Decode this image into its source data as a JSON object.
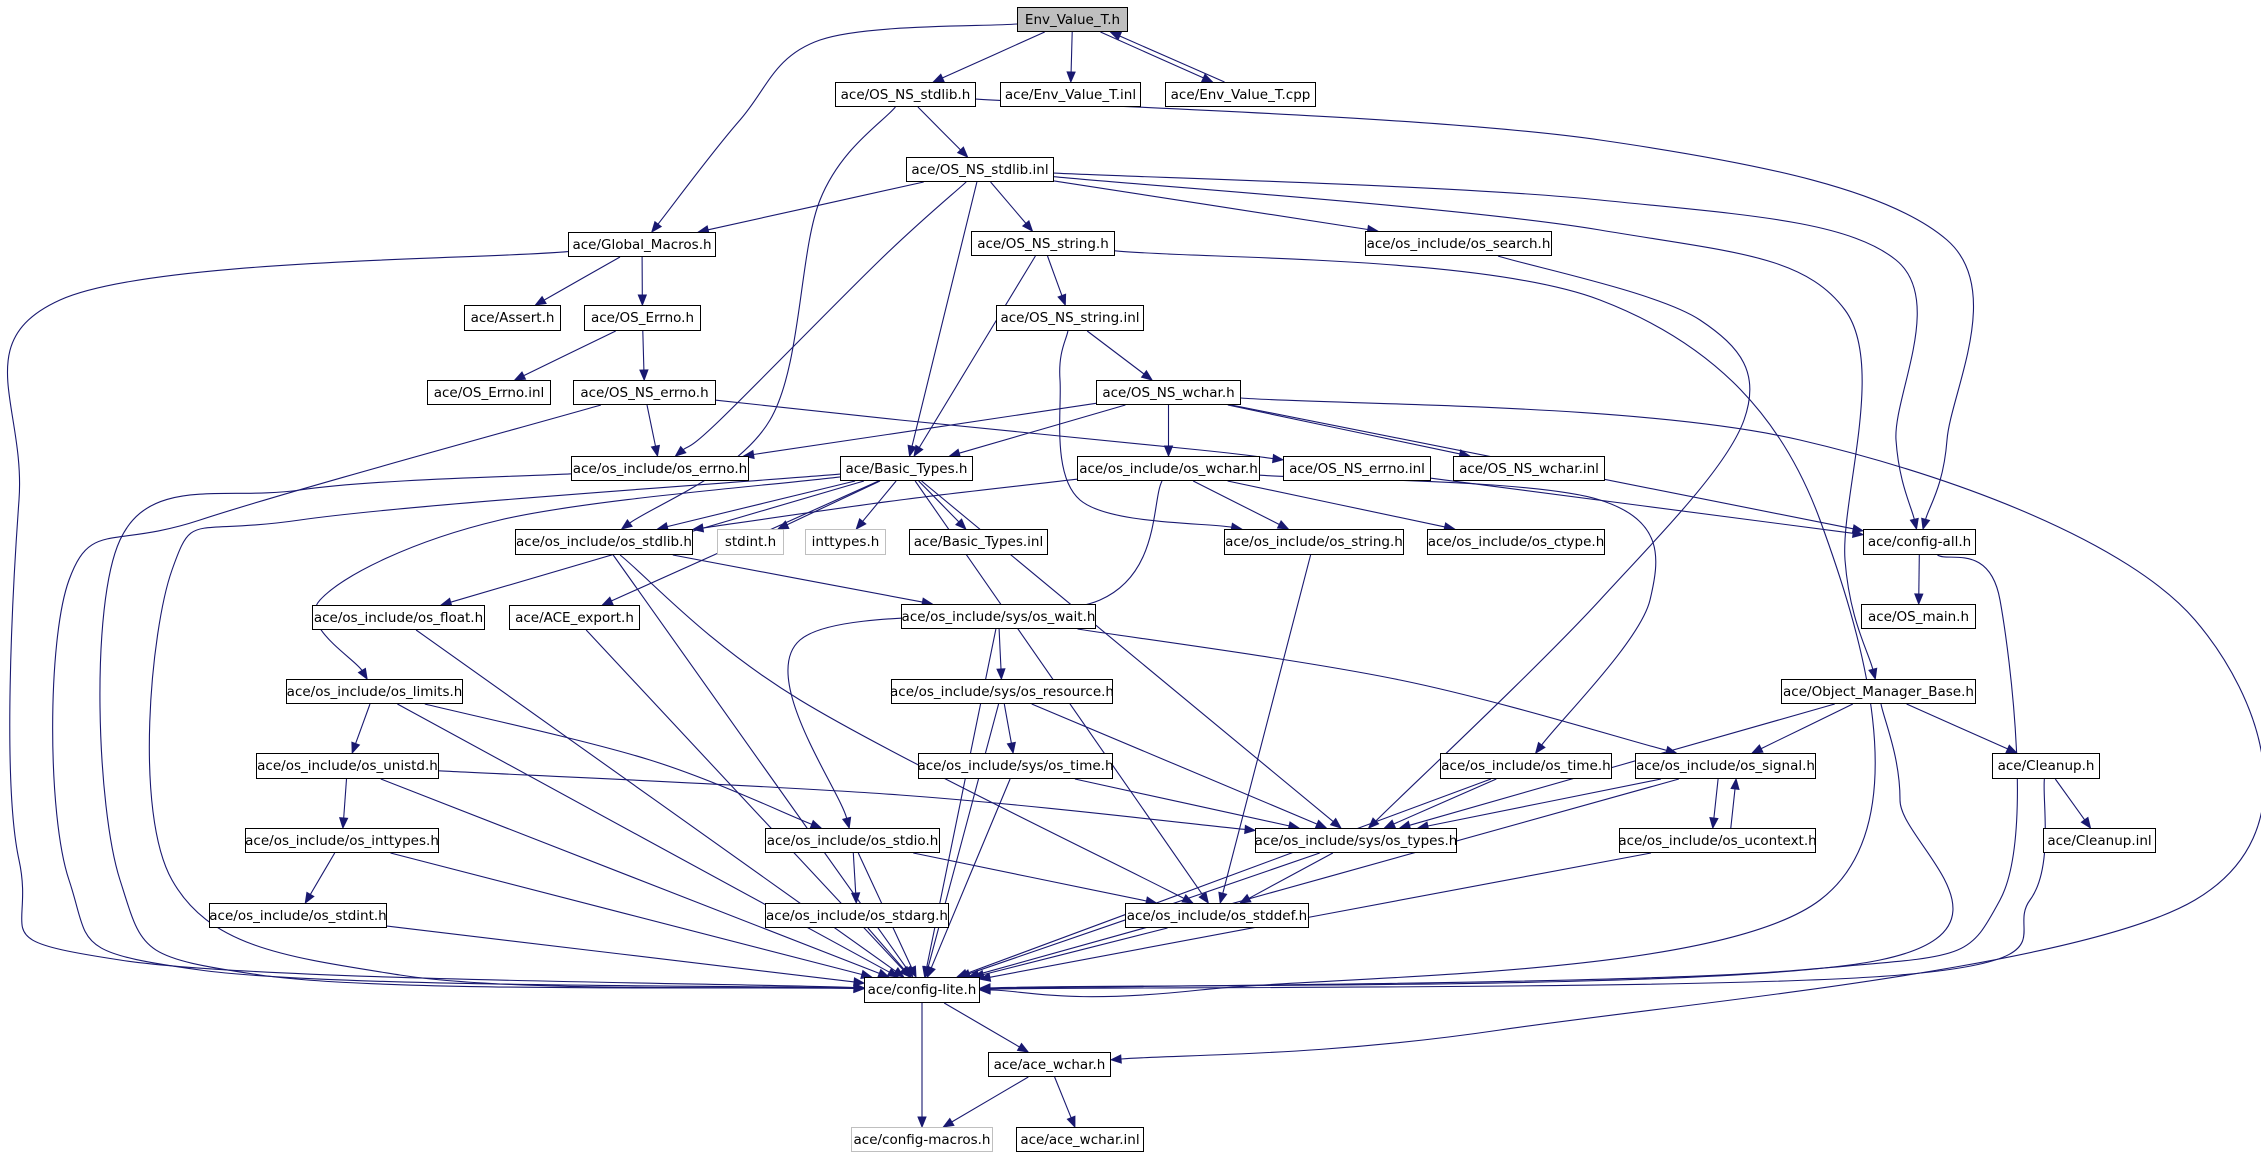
{
  "diagram": {
    "title": "Env_Value_T.h",
    "type": "include dependency graph",
    "colors": {
      "edge": "#191970",
      "root_fill": "#bfbfbf",
      "external_border": "#bfbfbf",
      "node_border": "#000000"
    },
    "nodes": [
      {
        "id": "env_value_t_h",
        "label": "Env_Value_T.h",
        "kind": "root"
      },
      {
        "id": "os_ns_stdlib_h",
        "label": "ace/OS_NS_stdlib.h",
        "kind": "file"
      },
      {
        "id": "env_value_t_inl",
        "label": "ace/Env_Value_T.inl",
        "kind": "file"
      },
      {
        "id": "env_value_t_cpp",
        "label": "ace/Env_Value_T.cpp",
        "kind": "file"
      },
      {
        "id": "os_ns_stdlib_inl",
        "label": "ace/OS_NS_stdlib.inl",
        "kind": "file"
      },
      {
        "id": "global_macros_h",
        "label": "ace/Global_Macros.h",
        "kind": "file"
      },
      {
        "id": "os_ns_string_h",
        "label": "ace/OS_NS_string.h",
        "kind": "file"
      },
      {
        "id": "os_search_h",
        "label": "ace/os_include/os_search.h",
        "kind": "file"
      },
      {
        "id": "assert_h",
        "label": "ace/Assert.h",
        "kind": "file"
      },
      {
        "id": "os_errno_cap_h",
        "label": "ace/OS_Errno.h",
        "kind": "file"
      },
      {
        "id": "os_ns_string_inl",
        "label": "ace/OS_NS_string.inl",
        "kind": "file"
      },
      {
        "id": "os_errno_cap_inl",
        "label": "ace/OS_Errno.inl",
        "kind": "file"
      },
      {
        "id": "os_ns_errno_h",
        "label": "ace/OS_NS_errno.h",
        "kind": "file"
      },
      {
        "id": "os_ns_wchar_h",
        "label": "ace/OS_NS_wchar.h",
        "kind": "file"
      },
      {
        "id": "os_errno_h",
        "label": "ace/os_include/os_errno.h",
        "kind": "file"
      },
      {
        "id": "basic_types_h",
        "label": "ace/Basic_Types.h",
        "kind": "file"
      },
      {
        "id": "os_wchar_h",
        "label": "ace/os_include/os_wchar.h",
        "kind": "file"
      },
      {
        "id": "os_ns_errno_inl",
        "label": "ace/OS_NS_errno.inl",
        "kind": "file"
      },
      {
        "id": "os_ns_wchar_inl",
        "label": "ace/OS_NS_wchar.inl",
        "kind": "file"
      },
      {
        "id": "os_stdlib_h",
        "label": "ace/os_include/os_stdlib.h",
        "kind": "file"
      },
      {
        "id": "stdint_h",
        "label": "stdint.h",
        "kind": "external"
      },
      {
        "id": "inttypes_h",
        "label": "inttypes.h",
        "kind": "external"
      },
      {
        "id": "basic_types_inl",
        "label": "ace/Basic_Types.inl",
        "kind": "file"
      },
      {
        "id": "os_string_h",
        "label": "ace/os_include/os_string.h",
        "kind": "file"
      },
      {
        "id": "os_ctype_h",
        "label": "ace/os_include/os_ctype.h",
        "kind": "file"
      },
      {
        "id": "config_all_h",
        "label": "ace/config-all.h",
        "kind": "file"
      },
      {
        "id": "os_float_h",
        "label": "ace/os_include/os_float.h",
        "kind": "file"
      },
      {
        "id": "ace_export_h",
        "label": "ace/ACE_export.h",
        "kind": "file"
      },
      {
        "id": "sys_os_wait_h",
        "label": "ace/os_include/sys/os_wait.h",
        "kind": "file"
      },
      {
        "id": "os_main_h",
        "label": "ace/OS_main.h",
        "kind": "file"
      },
      {
        "id": "os_limits_h",
        "label": "ace/os_include/os_limits.h",
        "kind": "file"
      },
      {
        "id": "sys_os_resource_h",
        "label": "ace/os_include/sys/os_resource.h",
        "kind": "file"
      },
      {
        "id": "object_manager_base_h",
        "label": "ace/Object_Manager_Base.h",
        "kind": "file"
      },
      {
        "id": "os_unistd_h",
        "label": "ace/os_include/os_unistd.h",
        "kind": "file"
      },
      {
        "id": "sys_os_time_h",
        "label": "ace/os_include/sys/os_time.h",
        "kind": "file"
      },
      {
        "id": "os_time_h",
        "label": "ace/os_include/os_time.h",
        "kind": "file"
      },
      {
        "id": "os_signal_h",
        "label": "ace/os_include/os_signal.h",
        "kind": "file"
      },
      {
        "id": "cleanup_h",
        "label": "ace/Cleanup.h",
        "kind": "file"
      },
      {
        "id": "os_inttypes_h",
        "label": "ace/os_include/os_inttypes.h",
        "kind": "file"
      },
      {
        "id": "os_stdio_h",
        "label": "ace/os_include/os_stdio.h",
        "kind": "file"
      },
      {
        "id": "sys_os_types_h",
        "label": "ace/os_include/sys/os_types.h",
        "kind": "file"
      },
      {
        "id": "os_ucontext_h",
        "label": "ace/os_include/os_ucontext.h",
        "kind": "file"
      },
      {
        "id": "cleanup_inl",
        "label": "ace/Cleanup.inl",
        "kind": "file"
      },
      {
        "id": "os_stdint_h",
        "label": "ace/os_include/os_stdint.h",
        "kind": "file"
      },
      {
        "id": "os_stdarg_h",
        "label": "ace/os_include/os_stdarg.h",
        "kind": "file"
      },
      {
        "id": "os_stddef_h",
        "label": "ace/os_include/os_stddef.h",
        "kind": "file"
      },
      {
        "id": "config_lite_h",
        "label": "ace/config-lite.h",
        "kind": "file"
      },
      {
        "id": "ace_wchar_h",
        "label": "ace/ace_wchar.h",
        "kind": "file"
      },
      {
        "id": "config_macros_h",
        "label": "ace/config-macros.h",
        "kind": "external"
      },
      {
        "id": "ace_wchar_inl",
        "label": "ace/ace_wchar.inl",
        "kind": "file"
      }
    ],
    "edges": [
      [
        "env_value_t_h",
        "os_ns_stdlib_h"
      ],
      [
        "env_value_t_h",
        "env_value_t_inl"
      ],
      [
        "env_value_t_h",
        "env_value_t_cpp"
      ],
      [
        "env_value_t_cpp",
        "env_value_t_h"
      ],
      [
        "env_value_t_h",
        "global_macros_h"
      ],
      [
        "os_ns_stdlib_h",
        "os_ns_stdlib_inl"
      ],
      [
        "os_ns_stdlib_h",
        "os_stdlib_h"
      ],
      [
        "os_ns_stdlib_h",
        "config_all_h"
      ],
      [
        "os_ns_stdlib_inl",
        "global_macros_h"
      ],
      [
        "os_ns_stdlib_inl",
        "os_ns_string_h"
      ],
      [
        "os_ns_stdlib_inl",
        "os_search_h"
      ],
      [
        "os_ns_stdlib_inl",
        "config_all_h"
      ],
      [
        "os_ns_stdlib_inl",
        "basic_types_h"
      ],
      [
        "os_ns_stdlib_inl",
        "os_errno_h"
      ],
      [
        "os_ns_stdlib_inl",
        "object_manager_base_h"
      ],
      [
        "global_macros_h",
        "assert_h"
      ],
      [
        "global_macros_h",
        "os_errno_cap_h"
      ],
      [
        "global_macros_h",
        "config_lite_h"
      ],
      [
        "os_errno_cap_h",
        "os_errno_cap_inl"
      ],
      [
        "os_errno_cap_h",
        "os_ns_errno_h"
      ],
      [
        "os_ns_errno_h",
        "os_errno_h"
      ],
      [
        "os_ns_errno_h",
        "os_ns_errno_inl"
      ],
      [
        "os_ns_errno_h",
        "config_lite_h"
      ],
      [
        "os_ns_string_h",
        "os_ns_string_inl"
      ],
      [
        "os_ns_string_h",
        "basic_types_h"
      ],
      [
        "os_ns_string_h",
        "config_lite_h"
      ],
      [
        "os_ns_string_inl",
        "os_ns_wchar_h"
      ],
      [
        "os_ns_string_inl",
        "os_string_h"
      ],
      [
        "os_ns_wchar_h",
        "basic_types_h"
      ],
      [
        "os_ns_wchar_h",
        "os_wchar_h"
      ],
      [
        "os_ns_wchar_h",
        "os_ns_wchar_inl"
      ],
      [
        "os_ns_wchar_h",
        "os_errno_h"
      ],
      [
        "os_ns_wchar_h",
        "config_all_h"
      ],
      [
        "os_ns_wchar_h",
        "ace_wchar_h"
      ],
      [
        "os_search_h",
        "sys_os_types_h"
      ],
      [
        "os_errno_h",
        "config_lite_h"
      ],
      [
        "basic_types_h",
        "os_stdlib_h"
      ],
      [
        "basic_types_h",
        "stdint_h"
      ],
      [
        "basic_types_h",
        "inttypes_h"
      ],
      [
        "basic_types_h",
        "basic_types_inl"
      ],
      [
        "basic_types_h",
        "os_float_h"
      ],
      [
        "basic_types_h",
        "ace_export_h"
      ],
      [
        "basic_types_h",
        "os_limits_h"
      ],
      [
        "basic_types_h",
        "sys_os_types_h"
      ],
      [
        "basic_types_h",
        "os_stddef_h"
      ],
      [
        "basic_types_h",
        "config_lite_h"
      ],
      [
        "os_wchar_h",
        "os_string_h"
      ],
      [
        "os_wchar_h",
        "os_ctype_h"
      ],
      [
        "os_wchar_h",
        "os_stdlib_h"
      ],
      [
        "os_wchar_h",
        "os_time_h"
      ],
      [
        "os_wchar_h",
        "os_stdio_h"
      ],
      [
        "os_ns_errno_inl",
        "config_all_h"
      ],
      [
        "os_stdlib_h",
        "sys_os_wait_h"
      ],
      [
        "os_stdlib_h",
        "os_stddef_h"
      ],
      [
        "os_stdlib_h",
        "config_lite_h"
      ],
      [
        "os_string_h",
        "os_stddef_h"
      ],
      [
        "config_all_h",
        "os_main_h"
      ],
      [
        "config_all_h",
        "config_lite_h"
      ],
      [
        "os_float_h",
        "config_lite_h"
      ],
      [
        "ace_export_h",
        "config_lite_h"
      ],
      [
        "sys_os_wait_h",
        "sys_os_resource_h"
      ],
      [
        "sys_os_wait_h",
        "os_signal_h"
      ],
      [
        "sys_os_wait_h",
        "config_lite_h"
      ],
      [
        "os_limits_h",
        "os_unistd_h"
      ],
      [
        "os_limits_h",
        "os_stdio_h"
      ],
      [
        "os_limits_h",
        "config_lite_h"
      ],
      [
        "sys_os_resource_h",
        "sys_os_time_h"
      ],
      [
        "sys_os_resource_h",
        "sys_os_types_h"
      ],
      [
        "sys_os_resource_h",
        "config_lite_h"
      ],
      [
        "object_manager_base_h",
        "os_signal_h"
      ],
      [
        "object_manager_base_h",
        "cleanup_h"
      ],
      [
        "object_manager_base_h",
        "sys_os_types_h"
      ],
      [
        "object_manager_base_h",
        "config_lite_h"
      ],
      [
        "os_unistd_h",
        "os_inttypes_h"
      ],
      [
        "os_unistd_h",
        "sys_os_types_h"
      ],
      [
        "os_unistd_h",
        "config_lite_h"
      ],
      [
        "sys_os_time_h",
        "sys_os_types_h"
      ],
      [
        "sys_os_time_h",
        "config_lite_h"
      ],
      [
        "os_time_h",
        "sys_os_types_h"
      ],
      [
        "os_time_h",
        "config_lite_h"
      ],
      [
        "os_signal_h",
        "os_ucontext_h"
      ],
      [
        "os_signal_h",
        "sys_os_types_h"
      ],
      [
        "os_signal_h",
        "config_lite_h"
      ],
      [
        "os_ucontext_h",
        "os_signal_h"
      ],
      [
        "os_ucontext_h",
        "config_lite_h"
      ],
      [
        "cleanup_h",
        "cleanup_inl"
      ],
      [
        "cleanup_h",
        "config_lite_h"
      ],
      [
        "os_inttypes_h",
        "os_stdint_h"
      ],
      [
        "os_inttypes_h",
        "config_lite_h"
      ],
      [
        "os_stdio_h",
        "os_stdarg_h"
      ],
      [
        "os_stdio_h",
        "os_stddef_h"
      ],
      [
        "os_stdio_h",
        "config_lite_h"
      ],
      [
        "sys_os_types_h",
        "os_stddef_h"
      ],
      [
        "sys_os_types_h",
        "config_lite_h"
      ],
      [
        "os_stdint_h",
        "config_lite_h"
      ],
      [
        "os_stdarg_h",
        "config_lite_h"
      ],
      [
        "os_stddef_h",
        "config_lite_h"
      ],
      [
        "config_lite_h",
        "ace_wchar_h"
      ],
      [
        "config_lite_h",
        "config_macros_h"
      ],
      [
        "ace_wchar_h",
        "config_macros_h"
      ],
      [
        "ace_wchar_h",
        "ace_wchar_inl"
      ]
    ]
  }
}
